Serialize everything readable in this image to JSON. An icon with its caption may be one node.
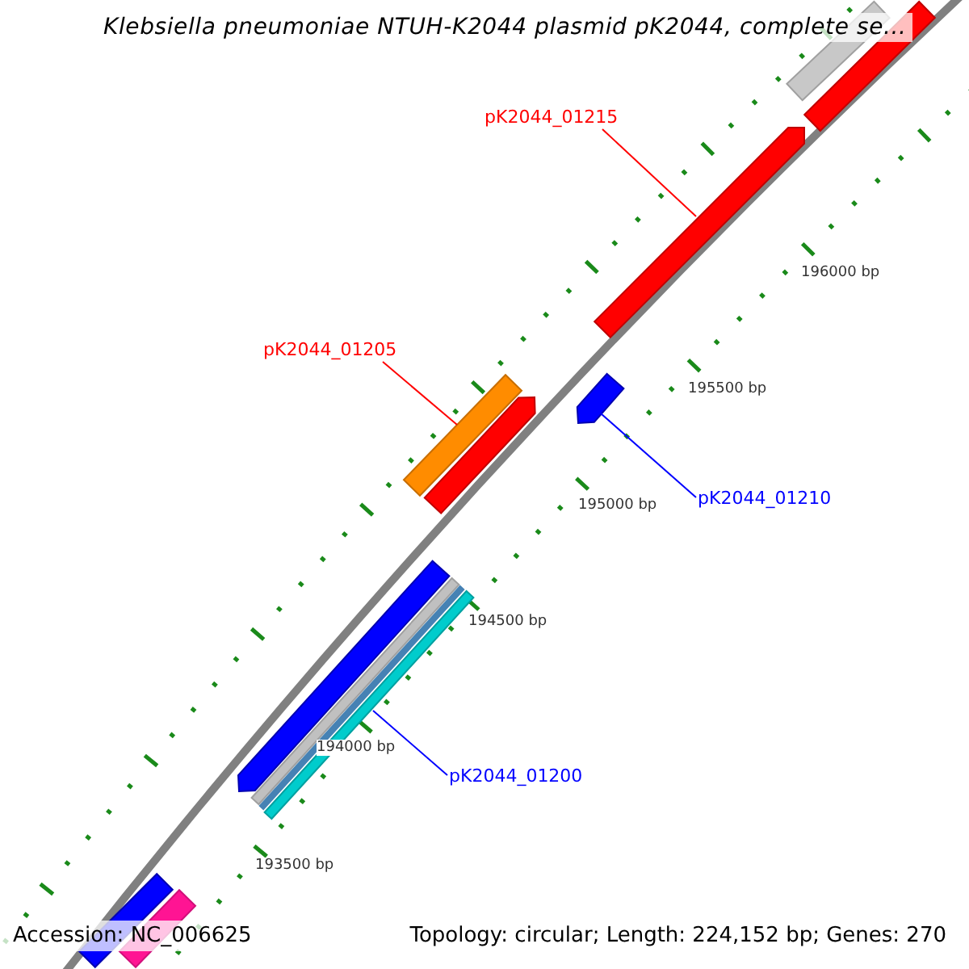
{
  "diagram": {
    "title": "Klebsiella pneumoniae NTUH-K2044 plasmid pK2044, complete se...",
    "nodes": [
      {
        "text": [
          "pK2044_01215"
        ]
      },
      {
        "text": [],
        "shape": "arrow"
      },
      {
        "text": [
          "pK2044_01205"
        ]
      },
      {
        "text": [],
        "shape": "bar"
      },
      {
        "text": [
          "pK2044_01210"
        ]
      },
      {
        "text": [],
        "shape": "arrow"
      },
      {
        "text": [
          "pK2044_01200"
        ]
      },
      {
        "text": [],
        "shape": "bar"
      }
    ],
    "edges": [
      {
        "from": 0,
        "to": 1,
        "arrow": "none",
        "color": "#ff0000"
      },
      {
        "from": 2,
        "to": 3,
        "arrow": "none",
        "color": "#ff0000"
      },
      {
        "from": 4,
        "to": 5,
        "arrow": "none",
        "color": "#0000ff"
      },
      {
        "from": 6,
        "to": 7,
        "arrow": "none",
        "color": "#0000ff"
      }
    ],
    "labels": [
      "196000 bp",
      "195500 bp",
      "195000 bp",
      "194500 bp",
      "194000 bp",
      "193500 bp",
      "Accession: NC_006625",
      "Topology: circular; Length: 224,152 bp; Genes: 270"
    ]
  }
}
